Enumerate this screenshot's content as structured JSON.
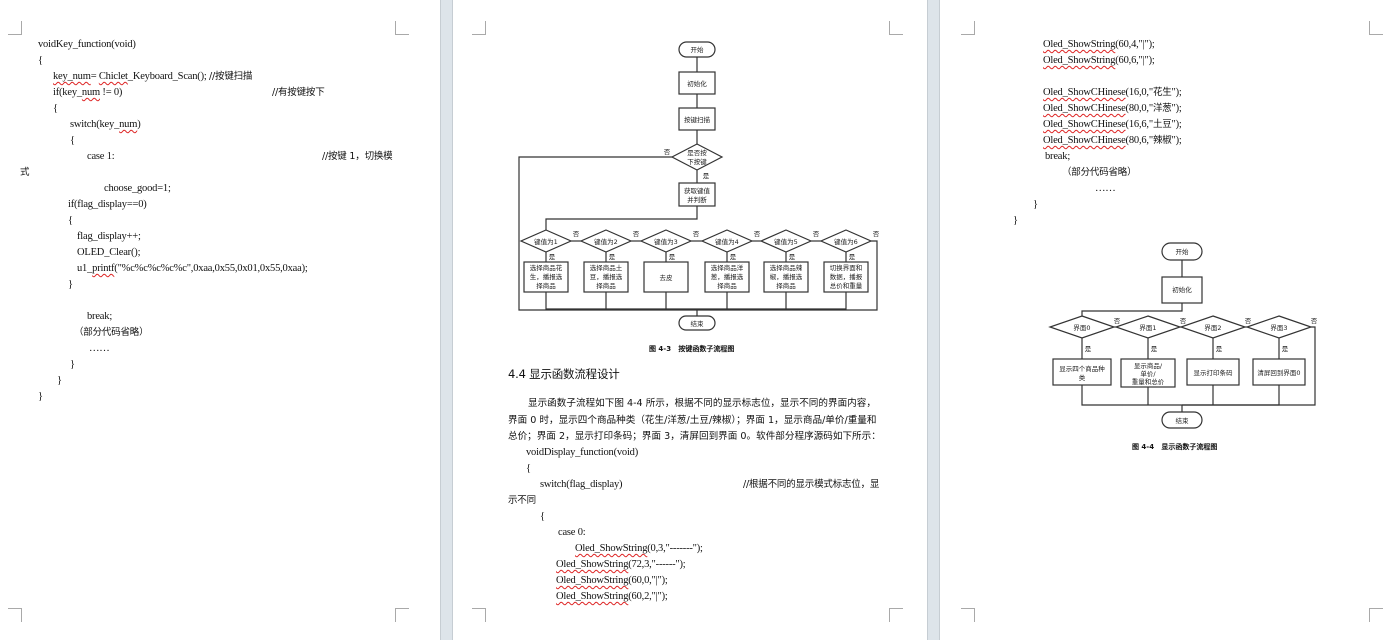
{
  "page1": {
    "code_lines": [
      "voidKey_function(void)",
      "{",
      "key_num= Chiclet_Keyboard_Scan(); //按键扫描",
      "if(key_num != 0)",
      "//有按键按下",
      "{",
      "switch(key_num)",
      "{",
      "case 1:",
      "//按键 1，切换模",
      "式",
      "choose_good=1;",
      "if(flag_display==0)",
      "{",
      "flag_display++;",
      "OLED_Clear();",
      "u1_printf(\"%c%c%c%c%c\",0xaa,0x55,0x01,0x55,0xaa);",
      "}",
      "break;",
      "（部分代码省略）",
      "……",
      "}",
      "}",
      "}"
    ]
  },
  "page2": {
    "flowchart": {
      "start": "开始",
      "init": "初始化",
      "scan": "按键扫描",
      "decision": [
        "是否按",
        "下按键"
      ],
      "get_key": [
        "获取键值",
        "并判断"
      ],
      "yes": "是",
      "no": "否",
      "cases": [
        {
          "cond": "键值为1",
          "action": [
            "选择商品花",
            "生，播报选",
            "择商品"
          ]
        },
        {
          "cond": "键值为2",
          "action": [
            "选择商品土",
            "豆，播报选",
            "择商品"
          ]
        },
        {
          "cond": "键值为3",
          "action": [
            "去皮"
          ]
        },
        {
          "cond": "键值为4",
          "action": [
            "选择商品洋",
            "葱，播报选",
            "择商品"
          ]
        },
        {
          "cond": "键值为5",
          "action": [
            "选择商品辣",
            "椒，播报选",
            "择商品"
          ]
        },
        {
          "cond": "键值为6",
          "action": [
            "切换界面和",
            "数据，播报",
            "总价和重量"
          ]
        }
      ],
      "end": "结束"
    },
    "figure_caption": "图 4-3   按键函数子流程图",
    "section_heading": "4.4 显示函数流程设计",
    "paragraph": "显示函数子流程如下图 4-4 所示，根据不同的显示标志位，显示不同的界面内容，界面 0 时，显示四个商品种类（花生/洋葱/土豆/辣椒）；界面 1，显示商品/单价/重量和总价；界面 2，显示打印条码；界面 3，清屏回到界面 0。软件部分程序源码如下所示：",
    "code_lines": [
      "voidDisplay_function(void)",
      "{",
      "switch(flag_display)",
      "//根据不同的显示模式标志位，显",
      "示不同",
      "{",
      "case 0:",
      "Oled_ShowString(0,3,\"-------\");",
      "Oled_ShowString(72,3,\"------\");",
      "Oled_ShowString(60,0,\"|\");",
      "Oled_ShowString(60,2,\"|\");"
    ]
  },
  "page3": {
    "code_lines": [
      "Oled_ShowString(60,4,\"|\");",
      "Oled_ShowString(60,6,\"|\");",
      "Oled_ShowCHinese(16,0,\"花生\");",
      "Oled_ShowCHinese(80,0,\"洋葱\");",
      "Oled_ShowCHinese(16,6,\"土豆\");",
      "Oled_ShowCHinese(80,6,\"辣椒\");",
      "break;",
      "（部分代码省略）",
      "……",
      "}",
      "}"
    ],
    "flowchart": {
      "start": "开始",
      "init": "初始化",
      "yes": "是",
      "no": "否",
      "cases": [
        {
          "cond": "界面0",
          "action": [
            "显示四个商品种",
            "类"
          ]
        },
        {
          "cond": "界面1",
          "action": [
            "显示商品/",
            "单价/",
            "重量和总价"
          ]
        },
        {
          "cond": "界面2",
          "action": [
            "显示打印条码"
          ]
        },
        {
          "cond": "界面3",
          "action": [
            "清屏回到界面0"
          ]
        }
      ],
      "end": "结束"
    },
    "figure_caption": "图 4-4   显示函数子流程图"
  },
  "colors": {
    "gutter": "#dde4ea",
    "spellcheck_underline": "#dd2222",
    "corner_marks": "#a9a9a9"
  }
}
